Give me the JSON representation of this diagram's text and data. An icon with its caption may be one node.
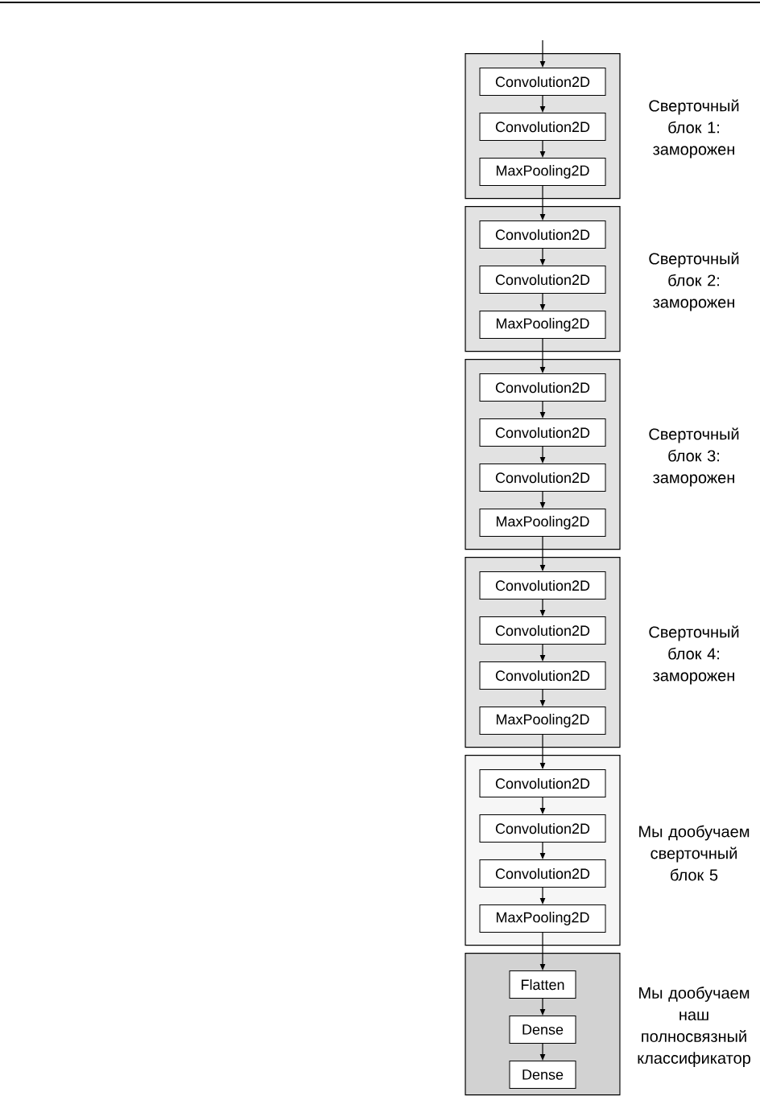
{
  "diagram": {
    "nodes": [
      {
        "text": [],
        "shape": "box",
        "beside": [
          "Сверточный блок 1: заморожен"
        ]
      },
      {
        "text": [
          "Convolution2D"
        ],
        "in": 0
      },
      {
        "text": [
          "Convolution2D"
        ],
        "in": 0
      },
      {
        "text": [
          "MaxPooling2D"
        ],
        "in": 0
      },
      {
        "text": [],
        "shape": "box",
        "beside": [
          "Сверточный блок 2: заморожен"
        ]
      },
      {
        "text": [
          "Convolution2D"
        ],
        "in": 4
      },
      {
        "text": [
          "Convolution2D"
        ],
        "in": 4
      },
      {
        "text": [
          "MaxPooling2D"
        ],
        "in": 4
      },
      {
        "text": [],
        "shape": "box",
        "beside": [
          "Сверточный блок 3: заморожен"
        ]
      },
      {
        "text": [
          "Convolution2D"
        ],
        "in": 8
      },
      {
        "text": [
          "Convolution2D"
        ],
        "in": 8
      },
      {
        "text": [
          "Convolution2D"
        ],
        "in": 8
      },
      {
        "text": [
          "MaxPooling2D"
        ],
        "in": 8
      },
      {
        "text": [],
        "shape": "box",
        "beside": [
          "Сверточный блок 4: заморожен"
        ]
      },
      {
        "text": [
          "Convolution2D"
        ],
        "in": 13
      },
      {
        "text": [
          "Convolution2D"
        ],
        "in": 13
      },
      {
        "text": [
          "Convolution2D"
        ],
        "in": 13
      },
      {
        "text": [
          "MaxPooling2D"
        ],
        "in": 13
      },
      {
        "text": [],
        "shape": "box",
        "beside": [
          "Мы дообучаем сверточный блок 5"
        ]
      },
      {
        "text": [
          "Convolution2D"
        ],
        "in": 18
      },
      {
        "text": [
          "Convolution2D"
        ],
        "in": 18
      },
      {
        "text": [
          "Convolution2D"
        ],
        "in": 18
      },
      {
        "text": [
          "MaxPooling2D"
        ],
        "in": 18
      },
      {
        "text": [],
        "shape": "box",
        "beside": [
          "Мы дообучаем наш полносвязный классификатор"
        ]
      },
      {
        "text": [
          "Flatten"
        ],
        "in": 23
      },
      {
        "text": [
          "Dense"
        ],
        "in": 23
      },
      {
        "text": [
          "Dense"
        ],
        "in": 23
      }
    ],
    "edges": [
      {
        "from": null,
        "to": 1,
        "arrow": "to"
      },
      {
        "from": 1,
        "to": 2,
        "arrow": "to"
      },
      {
        "from": 2,
        "to": 3,
        "arrow": "to"
      },
      {
        "from": 3,
        "to": 5,
        "arrow": "to"
      },
      {
        "from": 5,
        "to": 6,
        "arrow": "to"
      },
      {
        "from": 6,
        "to": 7,
        "arrow": "to"
      },
      {
        "from": 7,
        "to": 9,
        "arrow": "to"
      },
      {
        "from": 9,
        "to": 10,
        "arrow": "to"
      },
      {
        "from": 10,
        "to": 11,
        "arrow": "to"
      },
      {
        "from": 11,
        "to": 12,
        "arrow": "to"
      },
      {
        "from": 12,
        "to": 14,
        "arrow": "to"
      },
      {
        "from": 14,
        "to": 15,
        "arrow": "to"
      },
      {
        "from": 15,
        "to": 16,
        "arrow": "to"
      },
      {
        "from": 16,
        "to": 17,
        "arrow": "to"
      },
      {
        "from": 17,
        "to": 19,
        "arrow": "to"
      },
      {
        "from": 19,
        "to": 20,
        "arrow": "to"
      },
      {
        "from": 20,
        "to": 21,
        "arrow": "to"
      },
      {
        "from": 21,
        "to": 22,
        "arrow": "to"
      },
      {
        "from": 22,
        "to": 24,
        "arrow": "to"
      },
      {
        "from": 24,
        "to": 25,
        "arrow": "to"
      },
      {
        "from": 25,
        "to": 26,
        "arrow": "to"
      }
    ]
  }
}
